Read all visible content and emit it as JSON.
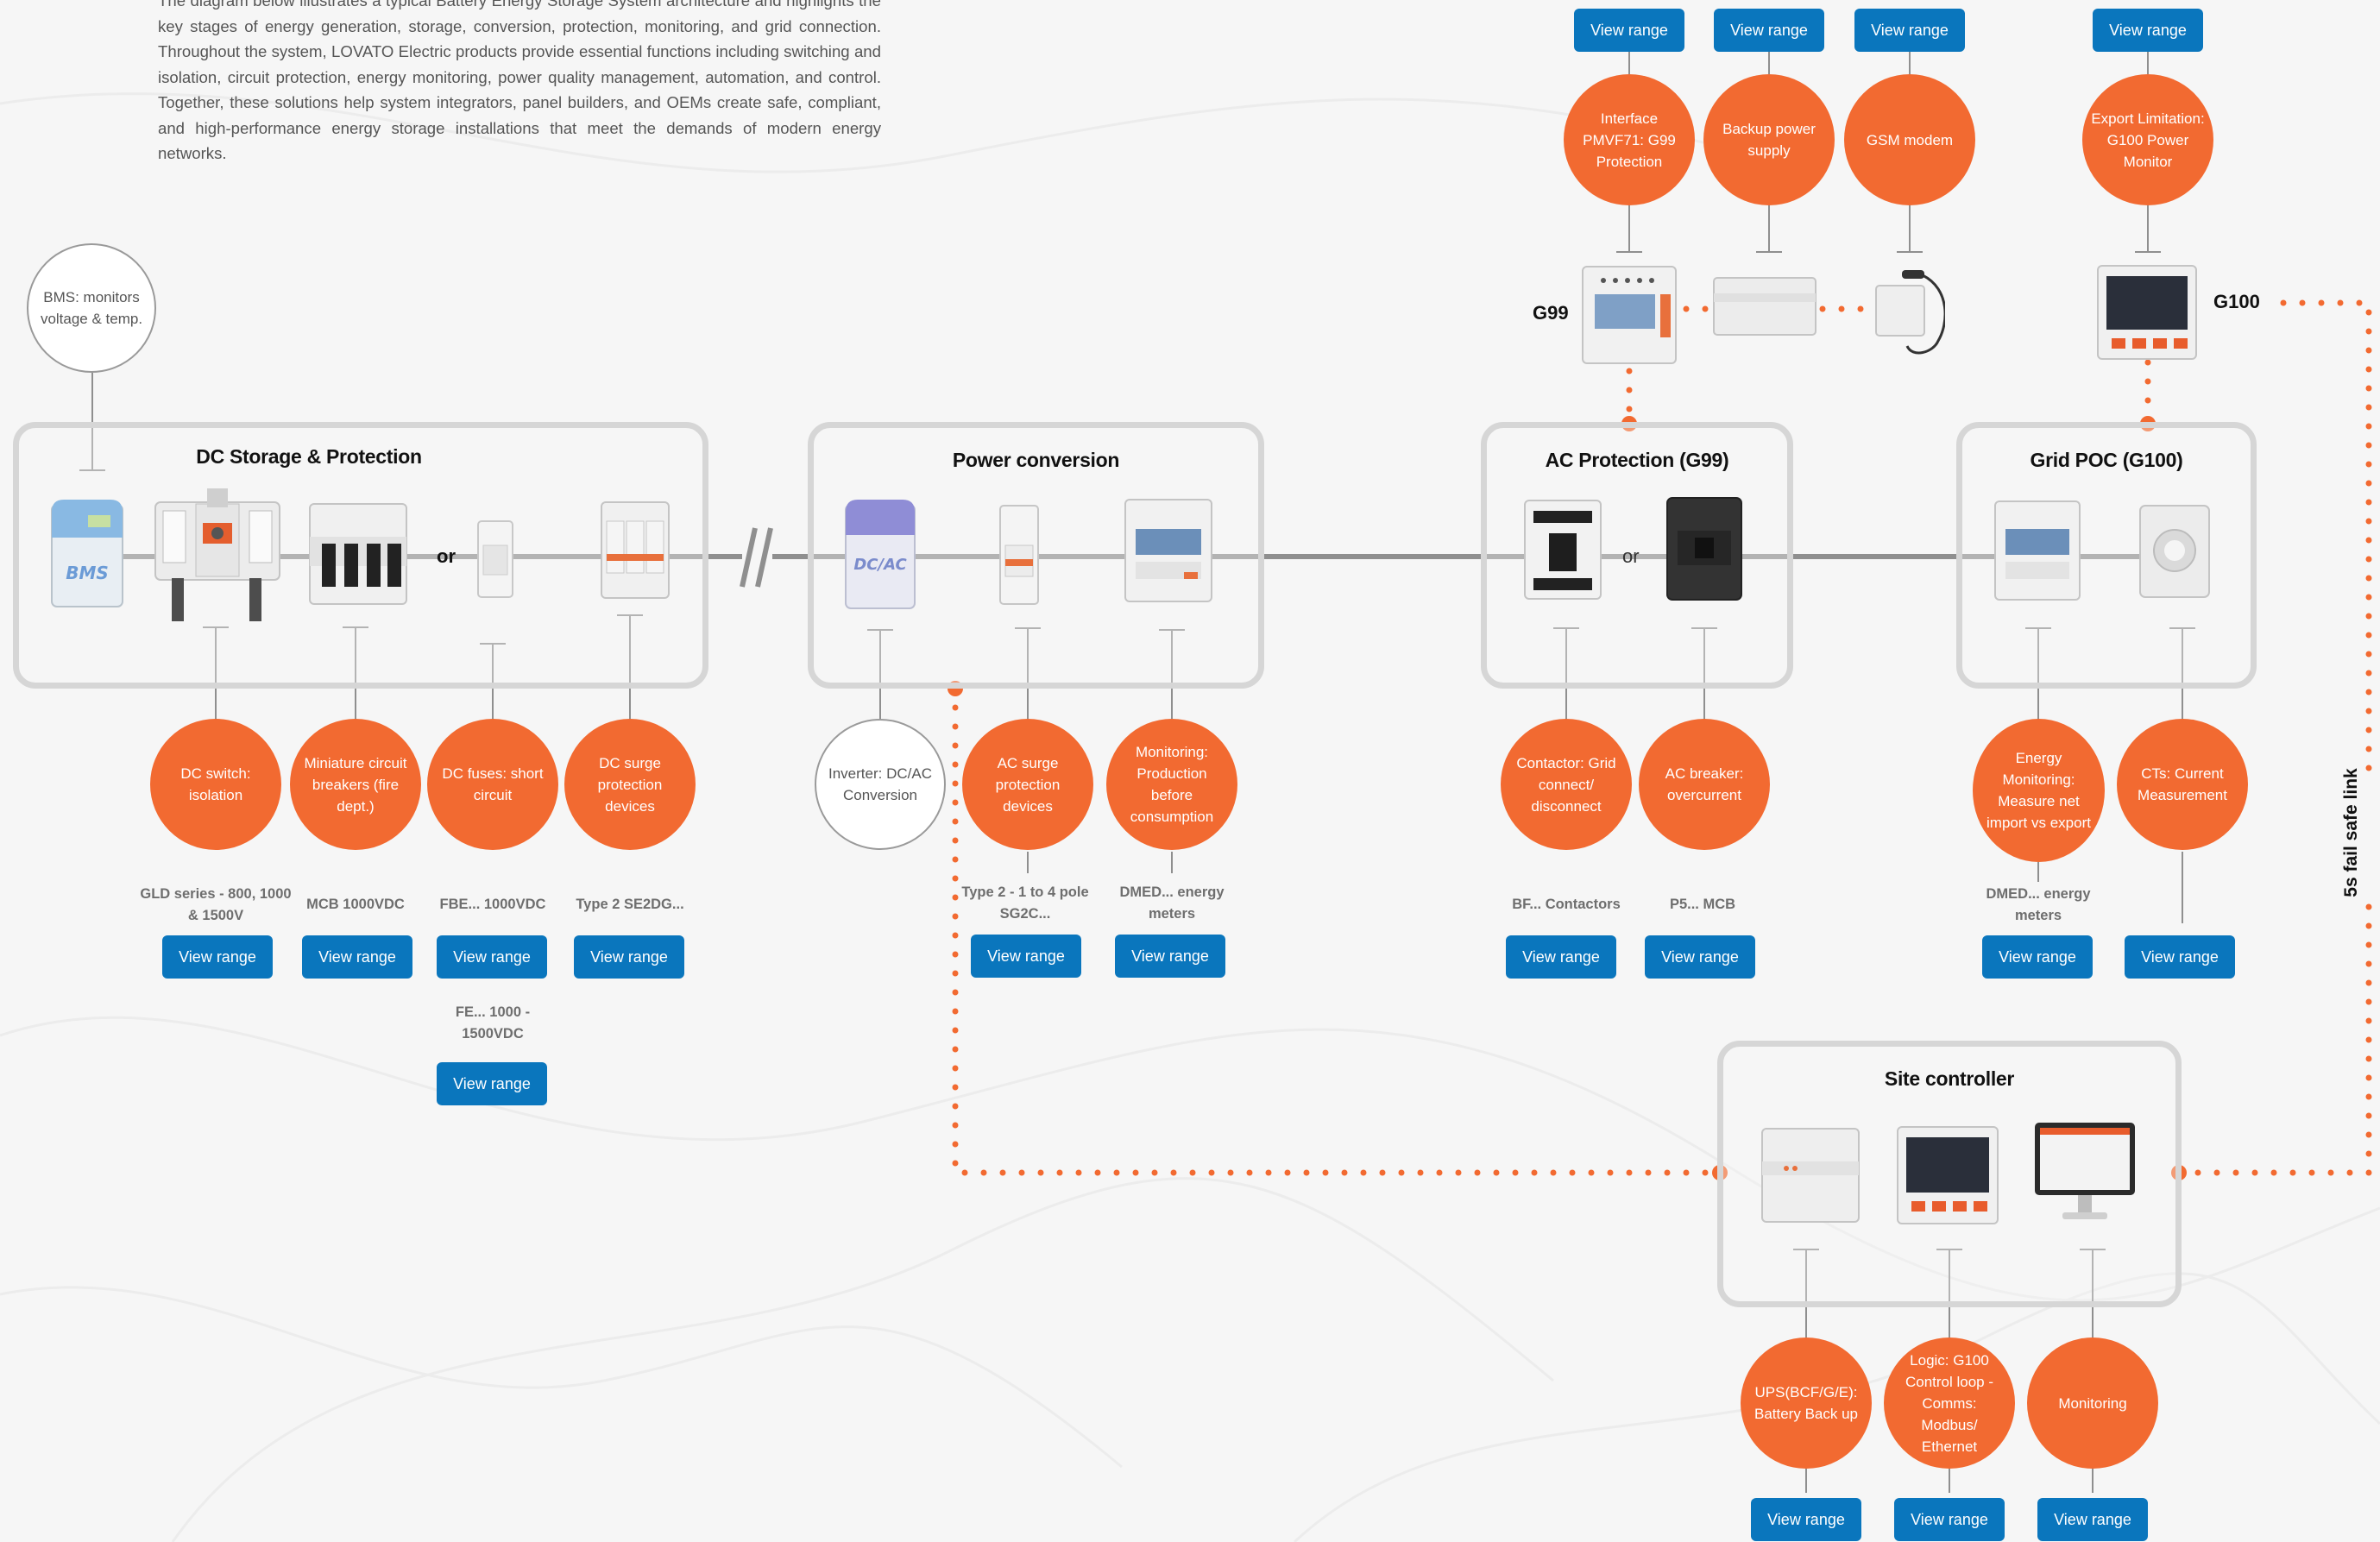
{
  "intro": "The diagram below illustrates a typical Battery Energy Storage System architecture and highlights the key stages of energy generation, storage, conversion, protection, monitoring, and grid connection. Throughout the system, LOVATO Electric products provide essential functions including switching and isolation, circuit protection, energy monitoring, power quality management, automation, and control. Together, these solutions help system integrators, panel builders, and OEMs create safe, compliant, and high-performance energy storage installations that meet the demands of modern energy networks.",
  "colors": {
    "accent": "#f26a31",
    "button": "#0a76bd",
    "panel_border": "#d6d6d6"
  },
  "view_label": "View range",
  "boxes": {
    "dc": "DC Storage & Protection",
    "power": "Power conversion",
    "ac": "AC Protection (G99)",
    "grid": "Grid POC (G100)",
    "site": "Site controller"
  },
  "or_label": "or",
  "device_labels": {
    "bms_face": "BMS",
    "dcac_face": "DC/AC"
  },
  "side_labels": {
    "g99": "G99",
    "g100": "G100",
    "fail_safe": "5s fail safe link"
  },
  "circles": {
    "bms": "BMS: monitors voltage & temp.",
    "dc_switch": "DC switch: isolation",
    "mcb": "Miniature circuit breakers (fire dept.)",
    "dc_fuse": "DC fuses: short circuit",
    "dc_surge": "DC surge protection devices",
    "inverter": "Inverter: DC/AC Conversion",
    "ac_surge": "AC surge protection devices",
    "monitoring_prod": "Monitoring: Production before consumption",
    "contactor": "Contactor: Grid connect/ disconnect",
    "ac_breaker": "AC breaker: overcurrent",
    "energy_mon": "Energy Monitoring: Measure net import vs export",
    "cts": "CTs: Current Measurement",
    "interface": "Interface PMVF71: G99 Protection",
    "backup": "Backup power supply",
    "gsm": "GSM modem",
    "export": "Export Limitation: G100 Power Monitor",
    "ups": "UPS(BCF/G/E): Battery Back up",
    "logic": "Logic: G100 Control loop - Comms: Modbus/ Ethernet",
    "monitoring": "Monitoring"
  },
  "labels": {
    "gld": "GLD series - 800, 1000 & 1500V",
    "mcb": "MCB 1000VDC",
    "fbe": "FBE... 1000VDC",
    "fe": "FE... 1000 - 1500VDC",
    "type2": "Type 2 SE2DG...",
    "type2ac": "Type 2 - 1 to 4 pole SG2C...",
    "dmed1": "DMED... energy meters",
    "bf": "BF... Contactors",
    "p5": "P5... MCB",
    "dmed2": "DMED... energy meters"
  }
}
